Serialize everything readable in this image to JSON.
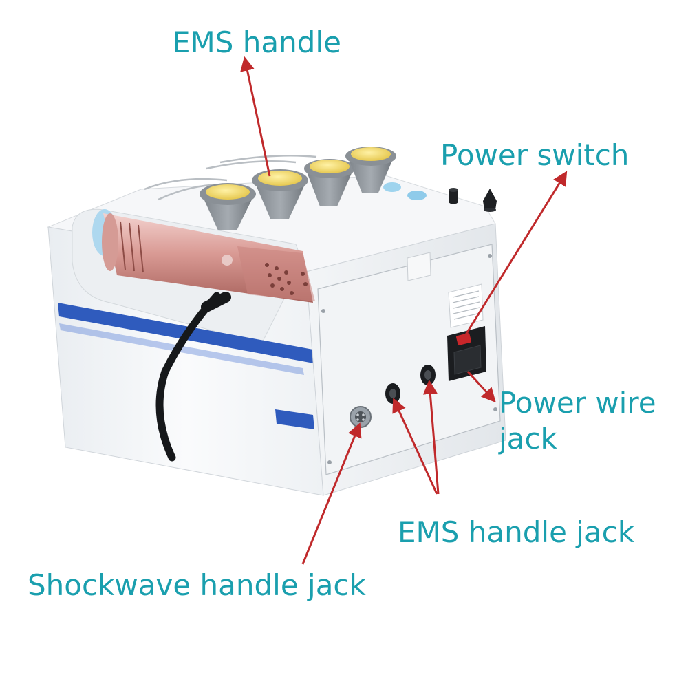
{
  "theme": {
    "label_color": "#1a9fae",
    "arrow_color": "#c0292b"
  },
  "labels": {
    "ems_handle": "EMS handle",
    "power_switch": "Power switch",
    "power_wire_jack": "Power wire jack",
    "ems_handle_jack": "EMS handle jack",
    "shockwave_handle_jack": "Shockwave handle jack"
  }
}
